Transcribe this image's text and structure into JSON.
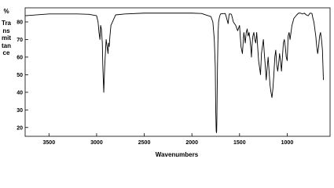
{
  "chart_data": {
    "type": "line",
    "xlabel": "Wavenumbers",
    "ylabel_unit": "%",
    "ylabel": "Transmittance",
    "x_reversed": true,
    "xlim": [
      3750,
      550
    ],
    "ylim": [
      15,
      88
    ],
    "x_ticks": [
      3500,
      3000,
      2500,
      2000,
      1500,
      1000
    ],
    "y_ticks": [
      20,
      30,
      40,
      50,
      60,
      70,
      80
    ],
    "grid": false,
    "series": [
      {
        "x": [
          3750,
          3500,
          3200,
          3080,
          3050,
          3000,
          2985,
          2975,
          2965,
          2958,
          2950,
          2945,
          2940,
          2935,
          2925,
          2915,
          2900,
          2890,
          2880,
          2875,
          2868,
          2860,
          2850,
          2800,
          2700,
          2500,
          2200,
          2000,
          1900,
          1800,
          1780,
          1765,
          1755,
          1750,
          1745,
          1742,
          1740,
          1738,
          1735,
          1730,
          1725,
          1720,
          1710,
          1700,
          1680,
          1650,
          1640,
          1630,
          1620,
          1610,
          1605,
          1595,
          1585,
          1565,
          1540,
          1520,
          1500,
          1485,
          1470,
          1460,
          1455,
          1450,
          1440,
          1430,
          1420,
          1410,
          1400,
          1390,
          1380,
          1375,
          1370,
          1360,
          1350,
          1340,
          1330,
          1320,
          1300,
          1290,
          1280,
          1270,
          1260,
          1250,
          1240,
          1230,
          1220,
          1210,
          1200,
          1190,
          1180,
          1170,
          1160,
          1150,
          1140,
          1130,
          1120,
          1110,
          1100,
          1090,
          1080,
          1070,
          1060,
          1050,
          1040,
          1030,
          1020,
          1010,
          1000,
          990,
          980,
          970,
          950,
          930,
          900,
          880,
          860,
          840,
          820,
          800,
          780,
          760,
          740,
          730,
          720,
          710,
          700,
          690,
          680,
          670,
          660,
          650,
          640,
          630,
          620
        ],
        "y": [
          83.5,
          84.5,
          84.5,
          84.3,
          84,
          83.5,
          80,
          74,
          70,
          78,
          76,
          72,
          68,
          55,
          40,
          55,
          70,
          66,
          62,
          68,
          66,
          72,
          78,
          84,
          84.5,
          85,
          85,
          85,
          84.8,
          83,
          80,
          70,
          55,
          30,
          18,
          17,
          18,
          25,
          40,
          60,
          74,
          80,
          83,
          84.5,
          84.7,
          84.8,
          83,
          81,
          79,
          84,
          84.6,
          84.5,
          84.3,
          80,
          78,
          75,
          78,
          66,
          62,
          70,
          74,
          72,
          68,
          74,
          76,
          72,
          74,
          70,
          64,
          60,
          66,
          72,
          74,
          70,
          68,
          74,
          58,
          54,
          50,
          62,
          66,
          70,
          62,
          55,
          47,
          54,
          60,
          52,
          44,
          40,
          37,
          42,
          50,
          60,
          64,
          56,
          52,
          56,
          62,
          58,
          52,
          60,
          68,
          70,
          66,
          60,
          58,
          72,
          74,
          70,
          78,
          82,
          84,
          85,
          85,
          84.5,
          85,
          84,
          83.5,
          85,
          84.8,
          82,
          80,
          76,
          72,
          66,
          62,
          66,
          72,
          74,
          70,
          64,
          47
        ]
      }
    ]
  }
}
